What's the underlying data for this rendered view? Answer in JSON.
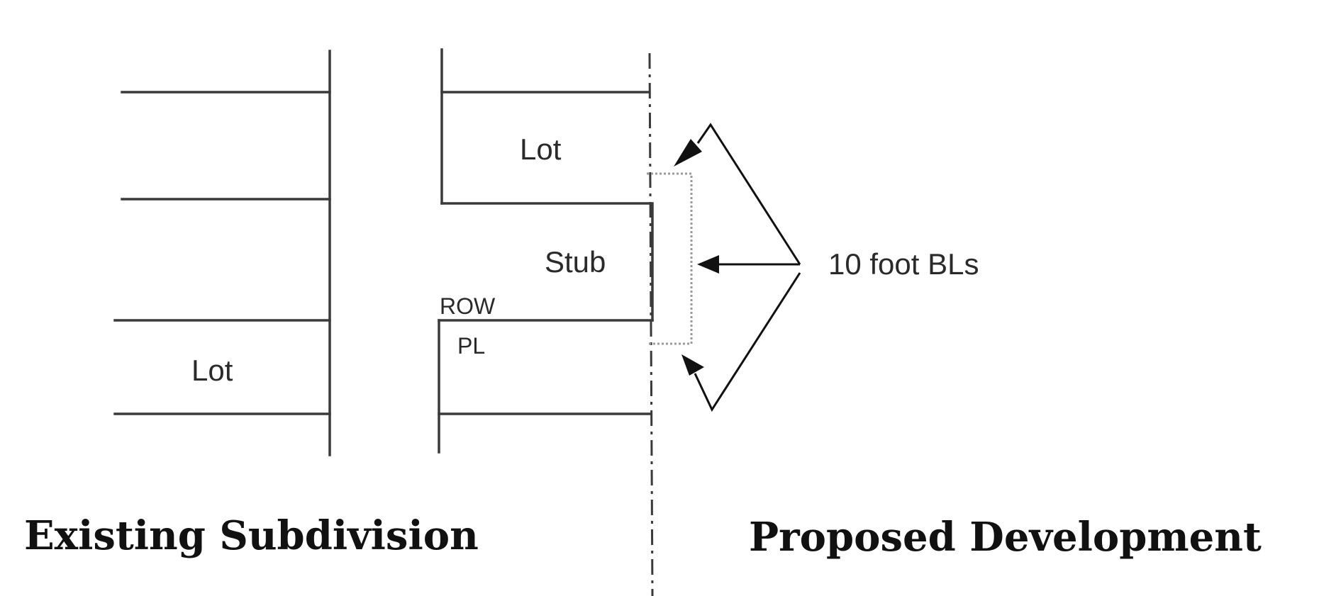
{
  "labels": {
    "lot_upper": "Lot",
    "lot_lower": "Lot",
    "stub": "Stub",
    "row": "ROW",
    "pl": "PL",
    "setback_callout": "10 foot BLs"
  },
  "headings": {
    "left": "Existing Subdivision",
    "right": "Proposed Development"
  }
}
